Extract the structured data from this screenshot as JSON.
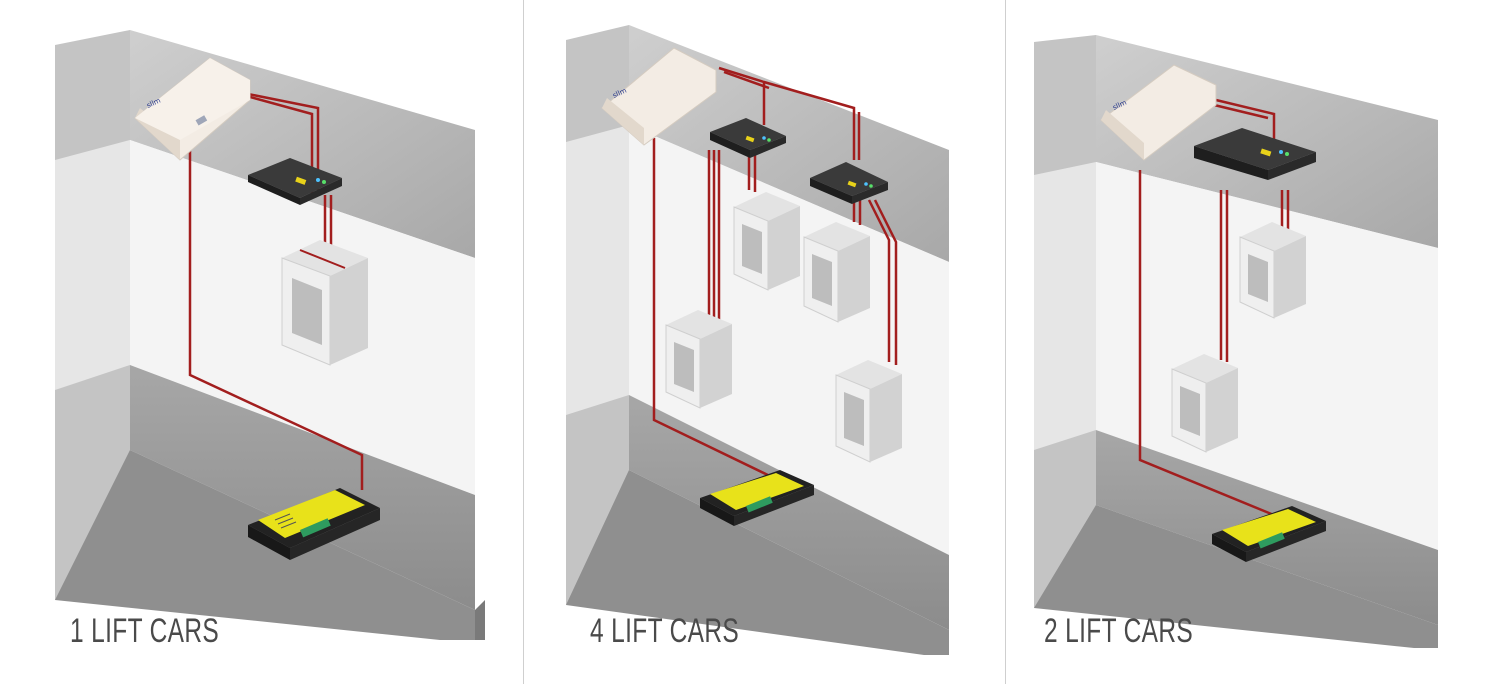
{
  "panels": [
    {
      "caption": "1 LIFT CARS",
      "lift_cars": 1
    },
    {
      "caption": "4 LIFT CARS",
      "lift_cars": 4
    },
    {
      "caption": "2 LIFT CARS",
      "lift_cars": 2
    }
  ],
  "colors": {
    "cable": "#a21e1e",
    "wall_grey": "#bdbdbd",
    "wall_white": "#f2f2f2",
    "floor": "#9a9a9a",
    "controller_yellow": "#e8e21a",
    "device_black": "#2a2a2a",
    "enclosure": "#f3ece4"
  },
  "device_logo": "sllm"
}
